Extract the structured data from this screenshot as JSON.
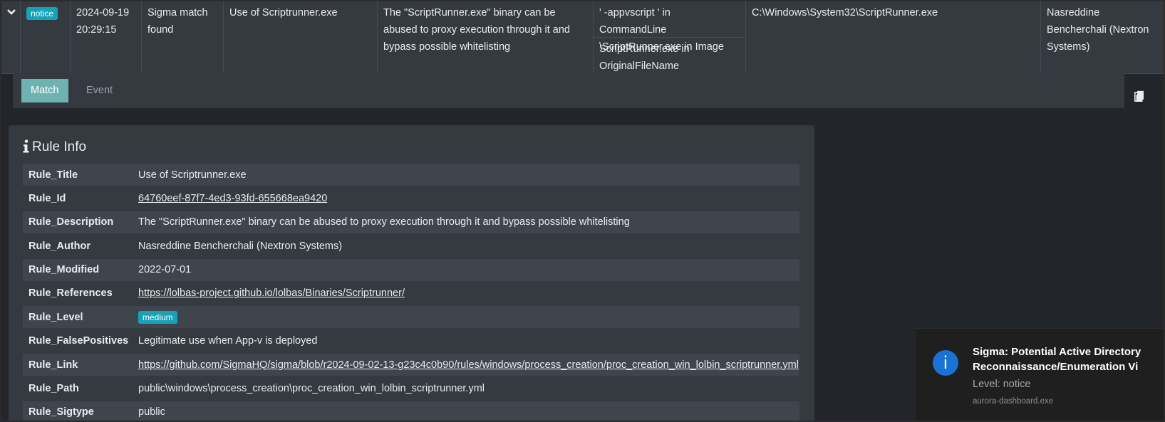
{
  "event_row": {
    "level": "notice",
    "date": "2024-09-19",
    "time": "20:29:15",
    "type": "Sigma match found",
    "rule_title": "Use of Scriptrunner.exe",
    "description": "The \"ScriptRunner.exe\" binary can be abused to proxy execution through it and bypass possible whitelisting",
    "matches": [
      "' -appvscript ' in CommandLine",
      "\\ScriptRunner.exe in Image",
      "ScriptRunner.exe in OriginalFileName"
    ],
    "image": "C:\\Windows\\System32\\ScriptRunner.exe",
    "author": "Nasreddine Bencherchali (Nextron Systems)"
  },
  "tabs": {
    "match": "Match",
    "event": "Event"
  },
  "rule_info": {
    "title": "Rule Info",
    "rows": [
      {
        "key": "Rule_Title",
        "value": "Use of Scriptrunner.exe"
      },
      {
        "key": "Rule_Id",
        "value": "64760eef-87f7-4ed3-93fd-655668ea9420"
      },
      {
        "key": "Rule_Description",
        "value": "The \"ScriptRunner.exe\" binary can be abused to proxy execution through it and bypass possible whitelisting"
      },
      {
        "key": "Rule_Author",
        "value": "Nasreddine Bencherchali (Nextron Systems)"
      },
      {
        "key": "Rule_Modified",
        "value": "2022-07-01"
      },
      {
        "key": "Rule_References",
        "value": "https://lolbas-project.github.io/lolbas/Binaries/Scriptrunner/"
      },
      {
        "key": "Rule_Level",
        "value": "medium"
      },
      {
        "key": "Rule_FalsePositives",
        "value": "Legitimate use when App-v is deployed"
      },
      {
        "key": "Rule_Link",
        "value": "https://github.com/SigmaHQ/sigma/blob/r2024-09-02-13-g23c4c0b90/rules/windows/process_creation/proc_creation_win_lolbin_scriptrunner.yml"
      },
      {
        "key": "Rule_Path",
        "value": "public\\windows\\process_creation\\proc_creation_win_lolbin_scriptrunner.yml"
      },
      {
        "key": "Rule_Sigtype",
        "value": "public"
      }
    ]
  },
  "toast": {
    "title": "Sigma: Potential Active Directory Reconnaissance/Enumeration Vi",
    "level": "Level: notice",
    "app": "aurora-dashboard.exe",
    "icon": "info-icon"
  },
  "colors": {
    "accent": "#17a2b8",
    "tab_active": "#6fb3b1",
    "toast_icon": "#1a73d4"
  }
}
